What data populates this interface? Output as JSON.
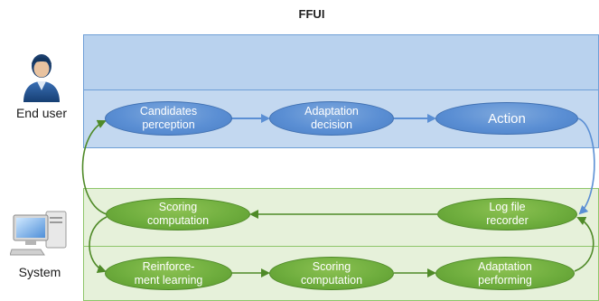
{
  "title": "FFUI",
  "actors": {
    "end_user": {
      "label": "End user",
      "icon": "user-icon"
    },
    "system": {
      "label": "System",
      "icon": "computer-icon"
    }
  },
  "colors": {
    "blue_lane": "#b7d0ec",
    "blue_lane_border": "#6f9fd6",
    "green_lane": "#e3f0d5",
    "green_lane_border": "#8ec66a",
    "blue_node": "#5b8fd4",
    "green_node": "#6fae3e"
  },
  "nodes": {
    "candidates_perception": "Candidates\nperception",
    "adaptation_decision": "Adaptation\ndecision",
    "action": "Action",
    "scoring_computation_top": "Scoring\ncomputation",
    "log_file_recorder": "Log file\nrecorder",
    "reinforcement_learning": "Reinforce-\nment learning",
    "scoring_computation_bottom": "Scoring\ncomputation",
    "adaptation_performing": "Adaptation\nperforming"
  }
}
